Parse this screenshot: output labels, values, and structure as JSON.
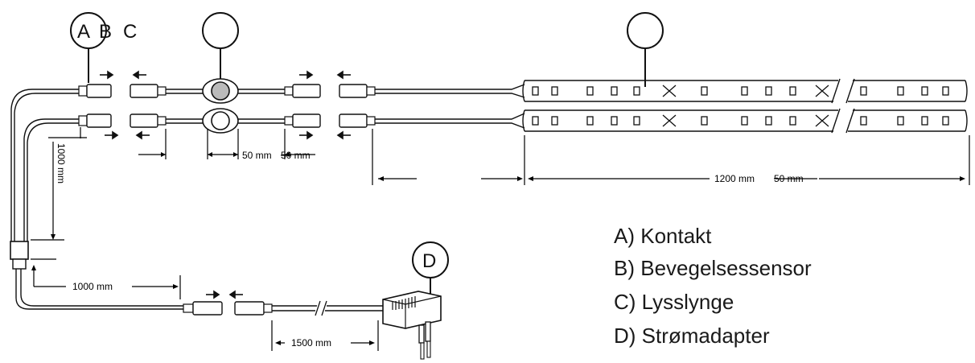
{
  "callouts": {
    "a": "A",
    "b": "B",
    "c": "C",
    "d": "D"
  },
  "dimensions": {
    "sensor_gap_left": "50 mm",
    "sensor_gap_right": "50 mm",
    "strip_length": "1200 mm",
    "strip_extra": "50 mm",
    "vertical_lead": "1000 mm",
    "horizontal_lead": "1000 mm",
    "adapter_lead": "1500 mm"
  },
  "legend": [
    "A) Kontakt",
    "B) Bevegelsessensor",
    "C) Lysslynge",
    "D) Strømadapter"
  ]
}
